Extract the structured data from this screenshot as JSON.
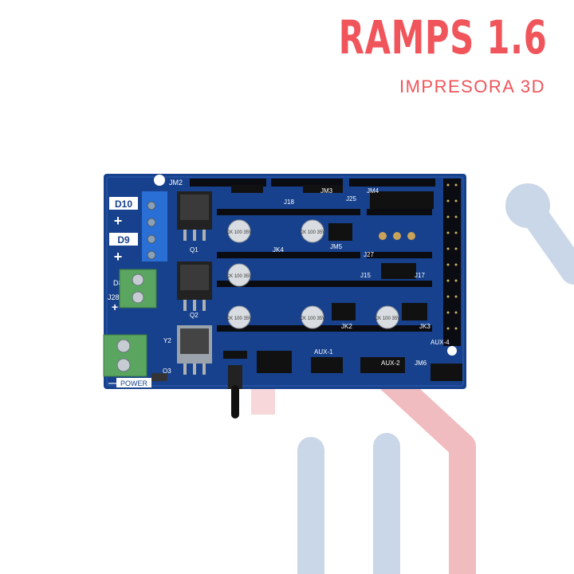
{
  "header": {
    "title": "RAMPS 1.6",
    "subtitle": "IMPRESORA 3D"
  },
  "colors": {
    "brand_red": "#f0555b",
    "watermark_blue": "#9fb8d6",
    "watermark_red": "#e6868b",
    "pcb_blue": "#17418c",
    "terminal_green": "#5aa55f"
  },
  "board": {
    "labels": {
      "d10": "D10",
      "d9": "D9",
      "plus": "+",
      "minus": "—",
      "power": "POWER",
      "q1": "Q1",
      "q2": "Q2",
      "q3": "Q3",
      "jm2": "JM2",
      "j18": "J18",
      "j25": "J25",
      "jm3": "JM3",
      "jm4": "JM4",
      "jm5": "JM5",
      "jk3": "JK3",
      "jk4": "JK4",
      "jk2": "JK2",
      "j15": "J15",
      "j17": "J17",
      "j27": "J27",
      "aux2": "AUX-2",
      "jm6": "JM6",
      "aux4": "AUX-4",
      "aux1": "AUX-1",
      "j28": "J28",
      "d8": "D8",
      "y2": "Y2",
      "cap_text": "CK 100 35V"
    }
  }
}
